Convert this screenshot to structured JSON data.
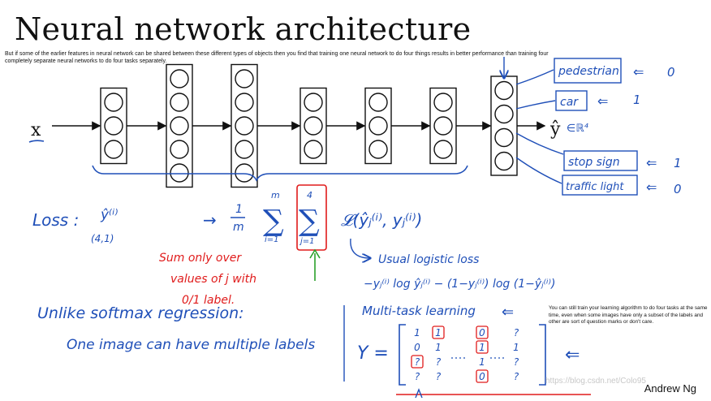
{
  "slide": {
    "title": "Neural network architecture",
    "caption": "But if some of the earlier features in neural network can be shared between these different types of objects then you find that training one neural network to do four things results in better performance than training four completely separate neural networks to do four tasks separately.",
    "note": "You can still train your learning algorithm to do four tasks at the same time, even when some images have only a subset of the labels and other are sort of question marks or don't care.",
    "credit": "Andrew Ng",
    "watermark": "https://blog.csdn.net/Colo95"
  },
  "network": {
    "input_label": "x",
    "output_label": "ŷ",
    "output_space": "∈ℝ⁴",
    "layers": [
      3,
      5,
      5,
      3,
      3,
      3,
      4
    ]
  },
  "outputs": [
    {
      "label": "pedestrian",
      "value": "0"
    },
    {
      "label": "car",
      "value": "1"
    },
    {
      "label": "stop sign",
      "value": "1"
    },
    {
      "label": "traffic light",
      "value": "0"
    }
  ],
  "loss": {
    "label": "Loss :",
    "yhat": "ŷ⁽ⁱ⁾",
    "shape": "(4,1)",
    "arrow": "→",
    "frac_num": "1",
    "frac_den": "m",
    "sum_outer_top": "m",
    "sum_outer_bottom": "i=1",
    "sum_inner_top": "4",
    "sum_inner_bottom": "j=1",
    "term": "𝓛(ŷⱼ⁽ⁱ⁾, yⱼ⁽ⁱ⁾)",
    "usual": "Usual logistic loss",
    "formula": "−yⱼ⁽ⁱ⁾ log ŷⱼ⁽ⁱ⁾ − (1−yⱼ⁽ⁱ⁾) log (1−ŷⱼ⁽ⁱ⁾)",
    "red_note_1": "Sum only over",
    "red_note_2": "values of j with",
    "red_note_3": "0/1 label."
  },
  "softmax": {
    "line1": "Unlike softmax regression:",
    "line2": "One image can have multiple labels"
  },
  "multitask": {
    "label": "Multi-task learning",
    "arrow": "⇐",
    "y_label": "Y =",
    "columns": [
      [
        "1",
        "0",
        "?",
        "?"
      ],
      [
        "1",
        "1",
        "?",
        "?"
      ],
      [
        "0",
        "1",
        "1",
        "0"
      ],
      [
        "?",
        "1",
        "?",
        "?"
      ]
    ]
  },
  "colors": {
    "blue": "#1f4fb8",
    "red": "#e01b1b",
    "green": "#2aa02a",
    "black": "#111111"
  }
}
